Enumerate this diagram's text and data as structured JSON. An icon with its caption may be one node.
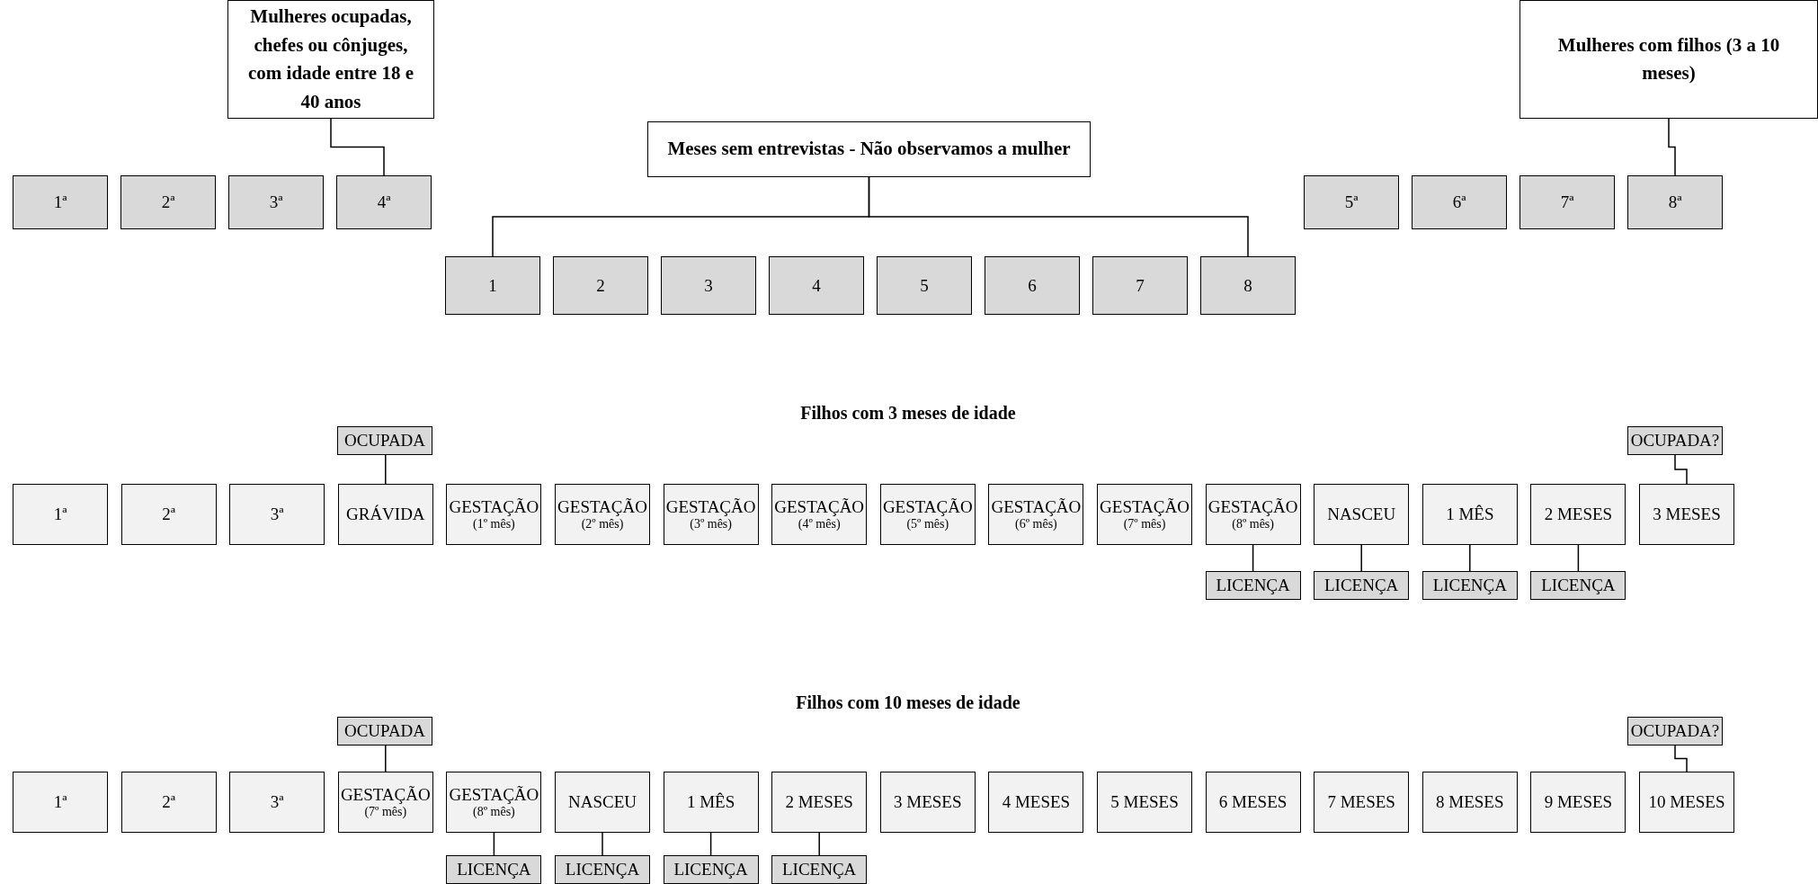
{
  "diagram": {
    "nodes": [
      {
        "text": [
          "Mulheres ocupadas, chefes ou cônjuges, com idade entre 18 e 40 anos"
        ]
      },
      {
        "text": [
          "Mulheres com filhos (3 a 10 meses)"
        ]
      },
      {
        "text": [
          "Meses sem entrevistas - Não observamos a mulher"
        ]
      },
      {
        "text": [
          "1ª"
        ]
      },
      {
        "text": [
          "2ª"
        ]
      },
      {
        "text": [
          "3ª"
        ]
      },
      {
        "text": [
          "4ª"
        ]
      },
      {
        "text": [
          "5ª"
        ]
      },
      {
        "text": [
          "6ª"
        ]
      },
      {
        "text": [
          "7ª"
        ]
      },
      {
        "text": [
          "8ª"
        ]
      },
      {
        "text": [
          "1"
        ]
      },
      {
        "text": [
          "2"
        ]
      },
      {
        "text": [
          "3"
        ]
      },
      {
        "text": [
          "4"
        ]
      },
      {
        "text": [
          "5"
        ]
      },
      {
        "text": [
          "6"
        ]
      },
      {
        "text": [
          "7"
        ]
      },
      {
        "text": [
          "8"
        ]
      },
      {
        "text": [
          "OCUPADA"
        ]
      },
      {
        "text": [
          "OCUPADA?"
        ]
      },
      {
        "text": [
          "1ª"
        ]
      },
      {
        "text": [
          "2ª"
        ]
      },
      {
        "text": [
          "3ª"
        ]
      },
      {
        "text": [
          "GRÁVIDA"
        ]
      },
      {
        "text": [
          "GESTAÇÃO",
          "(1º mês)"
        ]
      },
      {
        "text": [
          "GESTAÇÃO",
          "(2º mês)"
        ]
      },
      {
        "text": [
          "GESTAÇÃO",
          "(3º mês)"
        ]
      },
      {
        "text": [
          "GESTAÇÃO",
          "(4º mês)"
        ]
      },
      {
        "text": [
          "GESTAÇÃO",
          "(5º mês)"
        ]
      },
      {
        "text": [
          "GESTAÇÃO",
          "(6º mês)"
        ]
      },
      {
        "text": [
          "GESTAÇÃO",
          "(7º mês)"
        ]
      },
      {
        "text": [
          "GESTAÇÃO",
          "(8º mês)"
        ]
      },
      {
        "text": [
          "NASCEU"
        ]
      },
      {
        "text": [
          "1 MÊS"
        ]
      },
      {
        "text": [
          "2 MESES"
        ]
      },
      {
        "text": [
          "3 MESES"
        ]
      },
      {
        "text": [
          "LICENÇA"
        ]
      },
      {
        "text": [
          "LICENÇA"
        ]
      },
      {
        "text": [
          "LICENÇA"
        ]
      },
      {
        "text": [
          "LICENÇA"
        ]
      },
      {
        "text": [
          "OCUPADA"
        ]
      },
      {
        "text": [
          "OCUPADA?"
        ]
      },
      {
        "text": [
          "1ª"
        ]
      },
      {
        "text": [
          "2ª"
        ]
      },
      {
        "text": [
          "3ª"
        ]
      },
      {
        "text": [
          "GESTAÇÃO",
          "(7º mês)"
        ]
      },
      {
        "text": [
          "GESTAÇÃO",
          "(8º mês)"
        ]
      },
      {
        "text": [
          "NASCEU"
        ]
      },
      {
        "text": [
          "1 MÊS"
        ]
      },
      {
        "text": [
          "2 MESES"
        ]
      },
      {
        "text": [
          "3 MESES"
        ]
      },
      {
        "text": [
          "4 MESES"
        ]
      },
      {
        "text": [
          "5 MESES"
        ]
      },
      {
        "text": [
          "6 MESES"
        ]
      },
      {
        "text": [
          "7 MESES"
        ]
      },
      {
        "text": [
          "8 MESES"
        ]
      },
      {
        "text": [
          "9 MESES"
        ]
      },
      {
        "text": [
          "10 MESES"
        ]
      },
      {
        "text": [
          "LICENÇA"
        ]
      },
      {
        "text": [
          "LICENÇA"
        ]
      },
      {
        "text": [
          "LICENÇA"
        ]
      },
      {
        "text": [
          "LICENÇA"
        ]
      }
    ],
    "edges": [
      {
        "from": 0,
        "to": 6,
        "arrow": "none"
      },
      {
        "from": 1,
        "to": 10,
        "arrow": "none"
      },
      {
        "from": 2,
        "to": 11,
        "arrow": "none"
      },
      {
        "from": 2,
        "to": 18,
        "arrow": "none"
      },
      {
        "from": 19,
        "to": 24,
        "arrow": "none"
      },
      {
        "from": 20,
        "to": 36,
        "arrow": "none"
      },
      {
        "from": 32,
        "to": 37,
        "arrow": "none"
      },
      {
        "from": 33,
        "to": 38,
        "arrow": "none"
      },
      {
        "from": 34,
        "to": 39,
        "arrow": "none"
      },
      {
        "from": 35,
        "to": 40,
        "arrow": "none"
      },
      {
        "from": 41,
        "to": 46,
        "arrow": "none"
      },
      {
        "from": 42,
        "to": 58,
        "arrow": "none"
      },
      {
        "from": 47,
        "to": 59,
        "arrow": "none"
      },
      {
        "from": 48,
        "to": 60,
        "arrow": "none"
      },
      {
        "from": 49,
        "to": 61,
        "arrow": "none"
      },
      {
        "from": 50,
        "to": 62,
        "arrow": "none"
      }
    ],
    "labels": [
      "Filhos com 3 meses de idade",
      "Filhos com 10 meses de idade"
    ]
  }
}
